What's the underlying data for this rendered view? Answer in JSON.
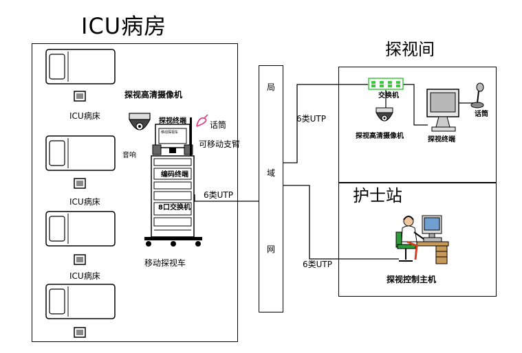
{
  "icu": {
    "title": "ICU病房",
    "bed_label": "ICU病床",
    "camera_label": "探视高清摄像机",
    "speaker_label": "音响",
    "mic_label": "话筒",
    "stand_label": "可移动支臂",
    "cart": {
      "terminal_label": "探视终端",
      "encoder_label": "编码终端",
      "switch_label": "8口交换机",
      "screen_text": "移动探视车",
      "caption": "移动探视车"
    }
  },
  "network": {
    "lan_chars": [
      "局",
      "域",
      "网"
    ],
    "cable_label": "6类UTP"
  },
  "visit_room": {
    "title": "探视间",
    "switch_label": "交换机",
    "camera_label": "探视高清摄像机",
    "terminal_label": "探视终端",
    "mic_label": "话筒"
  },
  "nurse_station": {
    "title": "护士站",
    "host_label": "探视控制主机"
  },
  "colors": {
    "stroke": "#000000",
    "screen": "#6fa0d0",
    "switch_green": "#3cc83c",
    "mic_pink": "#e0408a",
    "chair_green": "#2f9a3a"
  }
}
